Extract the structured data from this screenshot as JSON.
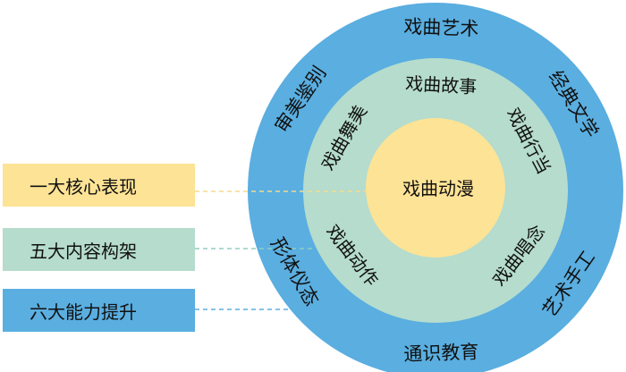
{
  "colors": {
    "outer": "#5aaee0",
    "middle": "#b5dccd",
    "core": "#fde395",
    "connector_outer": "#5aaee0",
    "connector_middle": "#8fcfc0",
    "connector_core": "#f5dc8c"
  },
  "legend": [
    {
      "label": "一大核心表现",
      "color": "#fde395",
      "key": "core"
    },
    {
      "label": "五大内容构架",
      "color": "#b5dccd",
      "key": "middle"
    },
    {
      "label": "六大能力提升",
      "color": "#5aaee0",
      "key": "outer"
    }
  ],
  "rings": {
    "core": {
      "label": "戏曲动漫"
    },
    "middle": {
      "labels": [
        "戏曲故事",
        "戏曲行当",
        "戏曲唱念",
        "戏曲动作",
        "戏曲舞美"
      ]
    },
    "outer": {
      "labels": [
        "戏曲艺术",
        "经典文学",
        "艺术手工",
        "通识教育",
        "形体仪态",
        "审美鉴别"
      ]
    }
  }
}
